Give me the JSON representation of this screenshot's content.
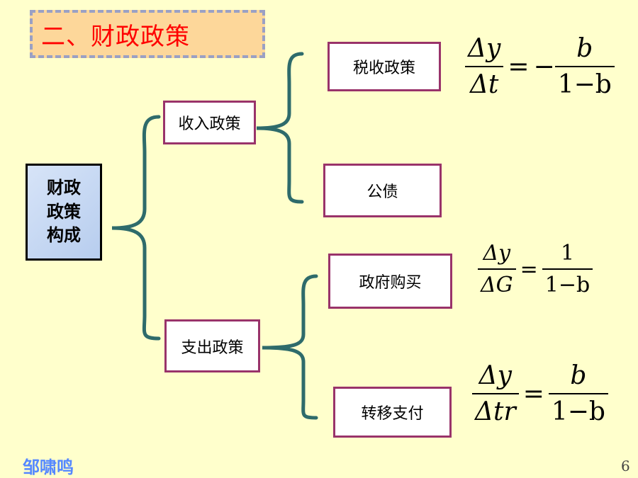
{
  "title": "二、财政政策",
  "root": {
    "lines": [
      "财政",
      "政策",
      "构成"
    ]
  },
  "branches": {
    "income": {
      "label": "收入政策",
      "children": {
        "tax": "税收政策",
        "debt": "公债"
      }
    },
    "expenditure": {
      "label": "支出政策",
      "children": {
        "purchase": "政府购买",
        "transfer": "转移支付"
      }
    }
  },
  "formulas": {
    "tax": {
      "num": "Δy",
      "den": "Δt",
      "rhs_sign": "−",
      "rhs_num": "b",
      "rhs_den": "1−b"
    },
    "purchase": {
      "num": "Δy",
      "den": "ΔG",
      "rhs_num": "1",
      "rhs_den": "1−b"
    },
    "transfer": {
      "num": "Δy",
      "den": "Δtr",
      "rhs_num": "b",
      "rhs_den": "1−b"
    }
  },
  "footer": {
    "author": "邹啸鸣",
    "page": "6"
  },
  "colors": {
    "background": "#ffffcc",
    "title_text": "#ff0000",
    "node_border": "#99336a",
    "brace": "#2e6b6b",
    "author": "#5588ff"
  }
}
